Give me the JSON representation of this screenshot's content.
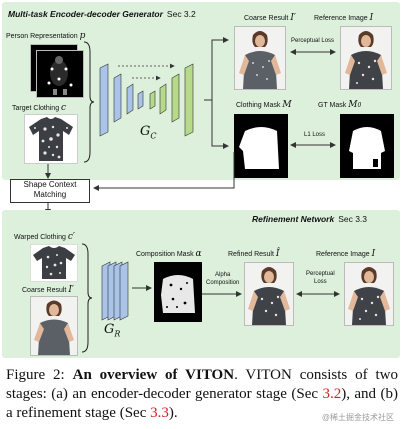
{
  "top_panel": {
    "title": "Multi-task Encoder-decoder Generator",
    "section": "Sec 3.2",
    "person_rep_label": "Person Representation",
    "person_rep_symbol": "p",
    "target_clothing_label": "Target Clothing",
    "target_clothing_symbol": "c",
    "generator_symbol": "G",
    "generator_sub": "C",
    "coarse_result_label": "Coarse Result",
    "coarse_result_symbol": "I′",
    "reference_label": "Reference Image",
    "reference_symbol": "I",
    "perceptual_loss": "Perceptual Loss",
    "clothing_mask_label": "Clothing Mask",
    "clothing_mask_symbol": "M",
    "gt_mask_label": "GT Mask",
    "gt_mask_symbol": "M",
    "gt_mask_sub": "0",
    "l1_loss": "L1 Loss"
  },
  "shape_context": {
    "line1": "Shape Context",
    "line2": "Matching"
  },
  "bottom_panel": {
    "title": "Refinement Network",
    "section": "Sec 3.3",
    "warped_label": "Warped Clothing",
    "warped_symbol": "c′",
    "coarse_label": "Coarse Result",
    "coarse_symbol": "I′",
    "generator_symbol": "G",
    "generator_sub": "R",
    "comp_mask_label": "Composition Mask",
    "comp_mask_symbol": "α",
    "alpha_comp_line1": "Alpha",
    "alpha_comp_line2": "Composition",
    "refined_label": "Refined Result",
    "refined_symbol": "Î",
    "reference_label": "Reference Image",
    "reference_symbol": "I",
    "perceptual_line1": "Perceptual",
    "perceptual_line2": "Loss"
  },
  "caption": {
    "prefix": "Figure 2: ",
    "bold": "An overview of VITON",
    "text1": ". VITON consists of two stages: (a) an encoder-decoder generator stage (Sec ",
    "ref1": "3.2",
    "text2": "), and (b) a refinement stage (Sec ",
    "ref2": "3.3",
    "text3": ")."
  },
  "watermark": "@稀土掘金技术社区",
  "colors": {
    "panel_bg": "#dcf0dc",
    "encoder_block": "#a9c4e8",
    "decoder_block": "#b7d98a",
    "ref_red": "#d02020"
  }
}
